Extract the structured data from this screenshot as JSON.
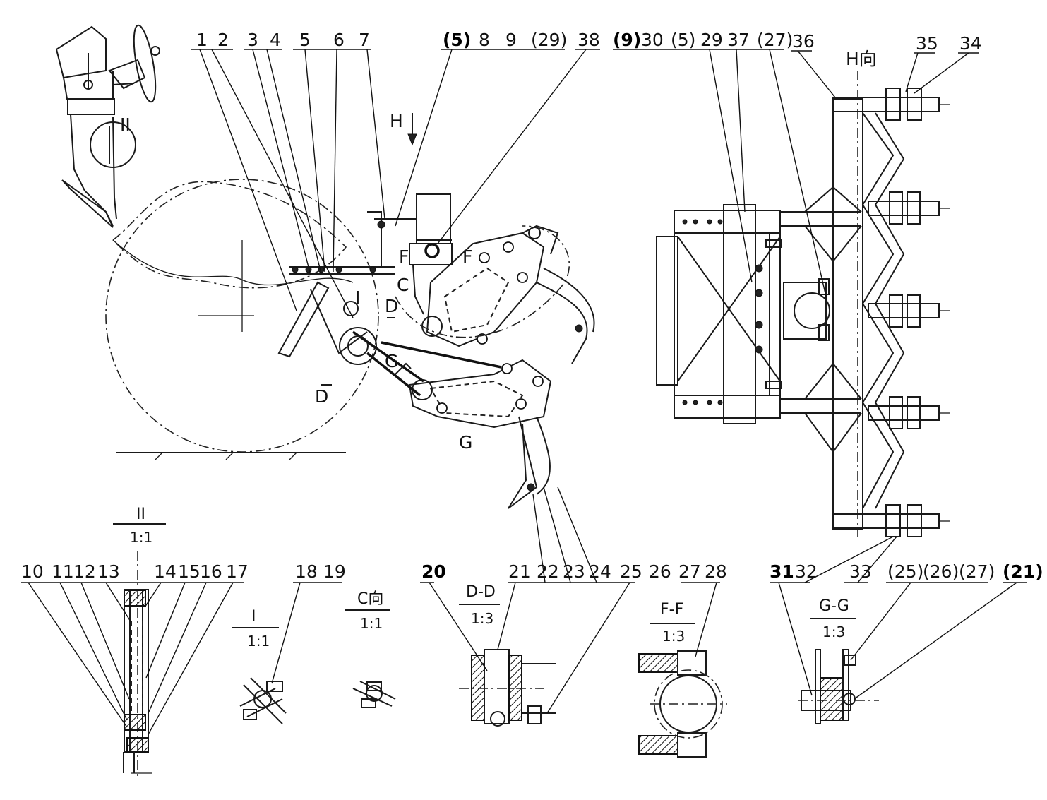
{
  "callouts_top": [
    "1",
    "2",
    "3",
    "4",
    "5",
    "6",
    "7",
    "(5)",
    "8",
    "9",
    "(29)",
    "38",
    "(9)",
    "30",
    "(5)",
    "29",
    "37",
    "(27)",
    "36",
    "35",
    "34"
  ],
  "callouts_bottom": [
    "10",
    "11",
    "12",
    "13",
    "14",
    "15",
    "16",
    "17",
    "18",
    "19",
    "20",
    "21",
    "22",
    "23",
    "24",
    "25",
    "26",
    "27",
    "28",
    "31",
    "32",
    "33",
    "(25)",
    "(26)",
    "(27)",
    "(21)"
  ],
  "view_h_label": "H向",
  "arrow_h_label": "H",
  "section_marks": {
    "d": "D",
    "g": "G",
    "f": "F",
    "c": "C",
    "i": "I"
  },
  "views": {
    "ii": {
      "title": "II",
      "scale": "1:1"
    },
    "i": {
      "title": "I",
      "scale": "1:1"
    },
    "c": {
      "title": "C向",
      "scale": "1:1"
    },
    "dd": {
      "title": "D-D",
      "scale": "1:3"
    },
    "ff": {
      "title": "F-F",
      "scale": "1:3"
    },
    "gg": {
      "title": "G-G",
      "scale": "1:3"
    }
  },
  "ii_circle_label": "II",
  "colors": {
    "ink": "#1a1a1a",
    "paper": "#ffffff"
  }
}
